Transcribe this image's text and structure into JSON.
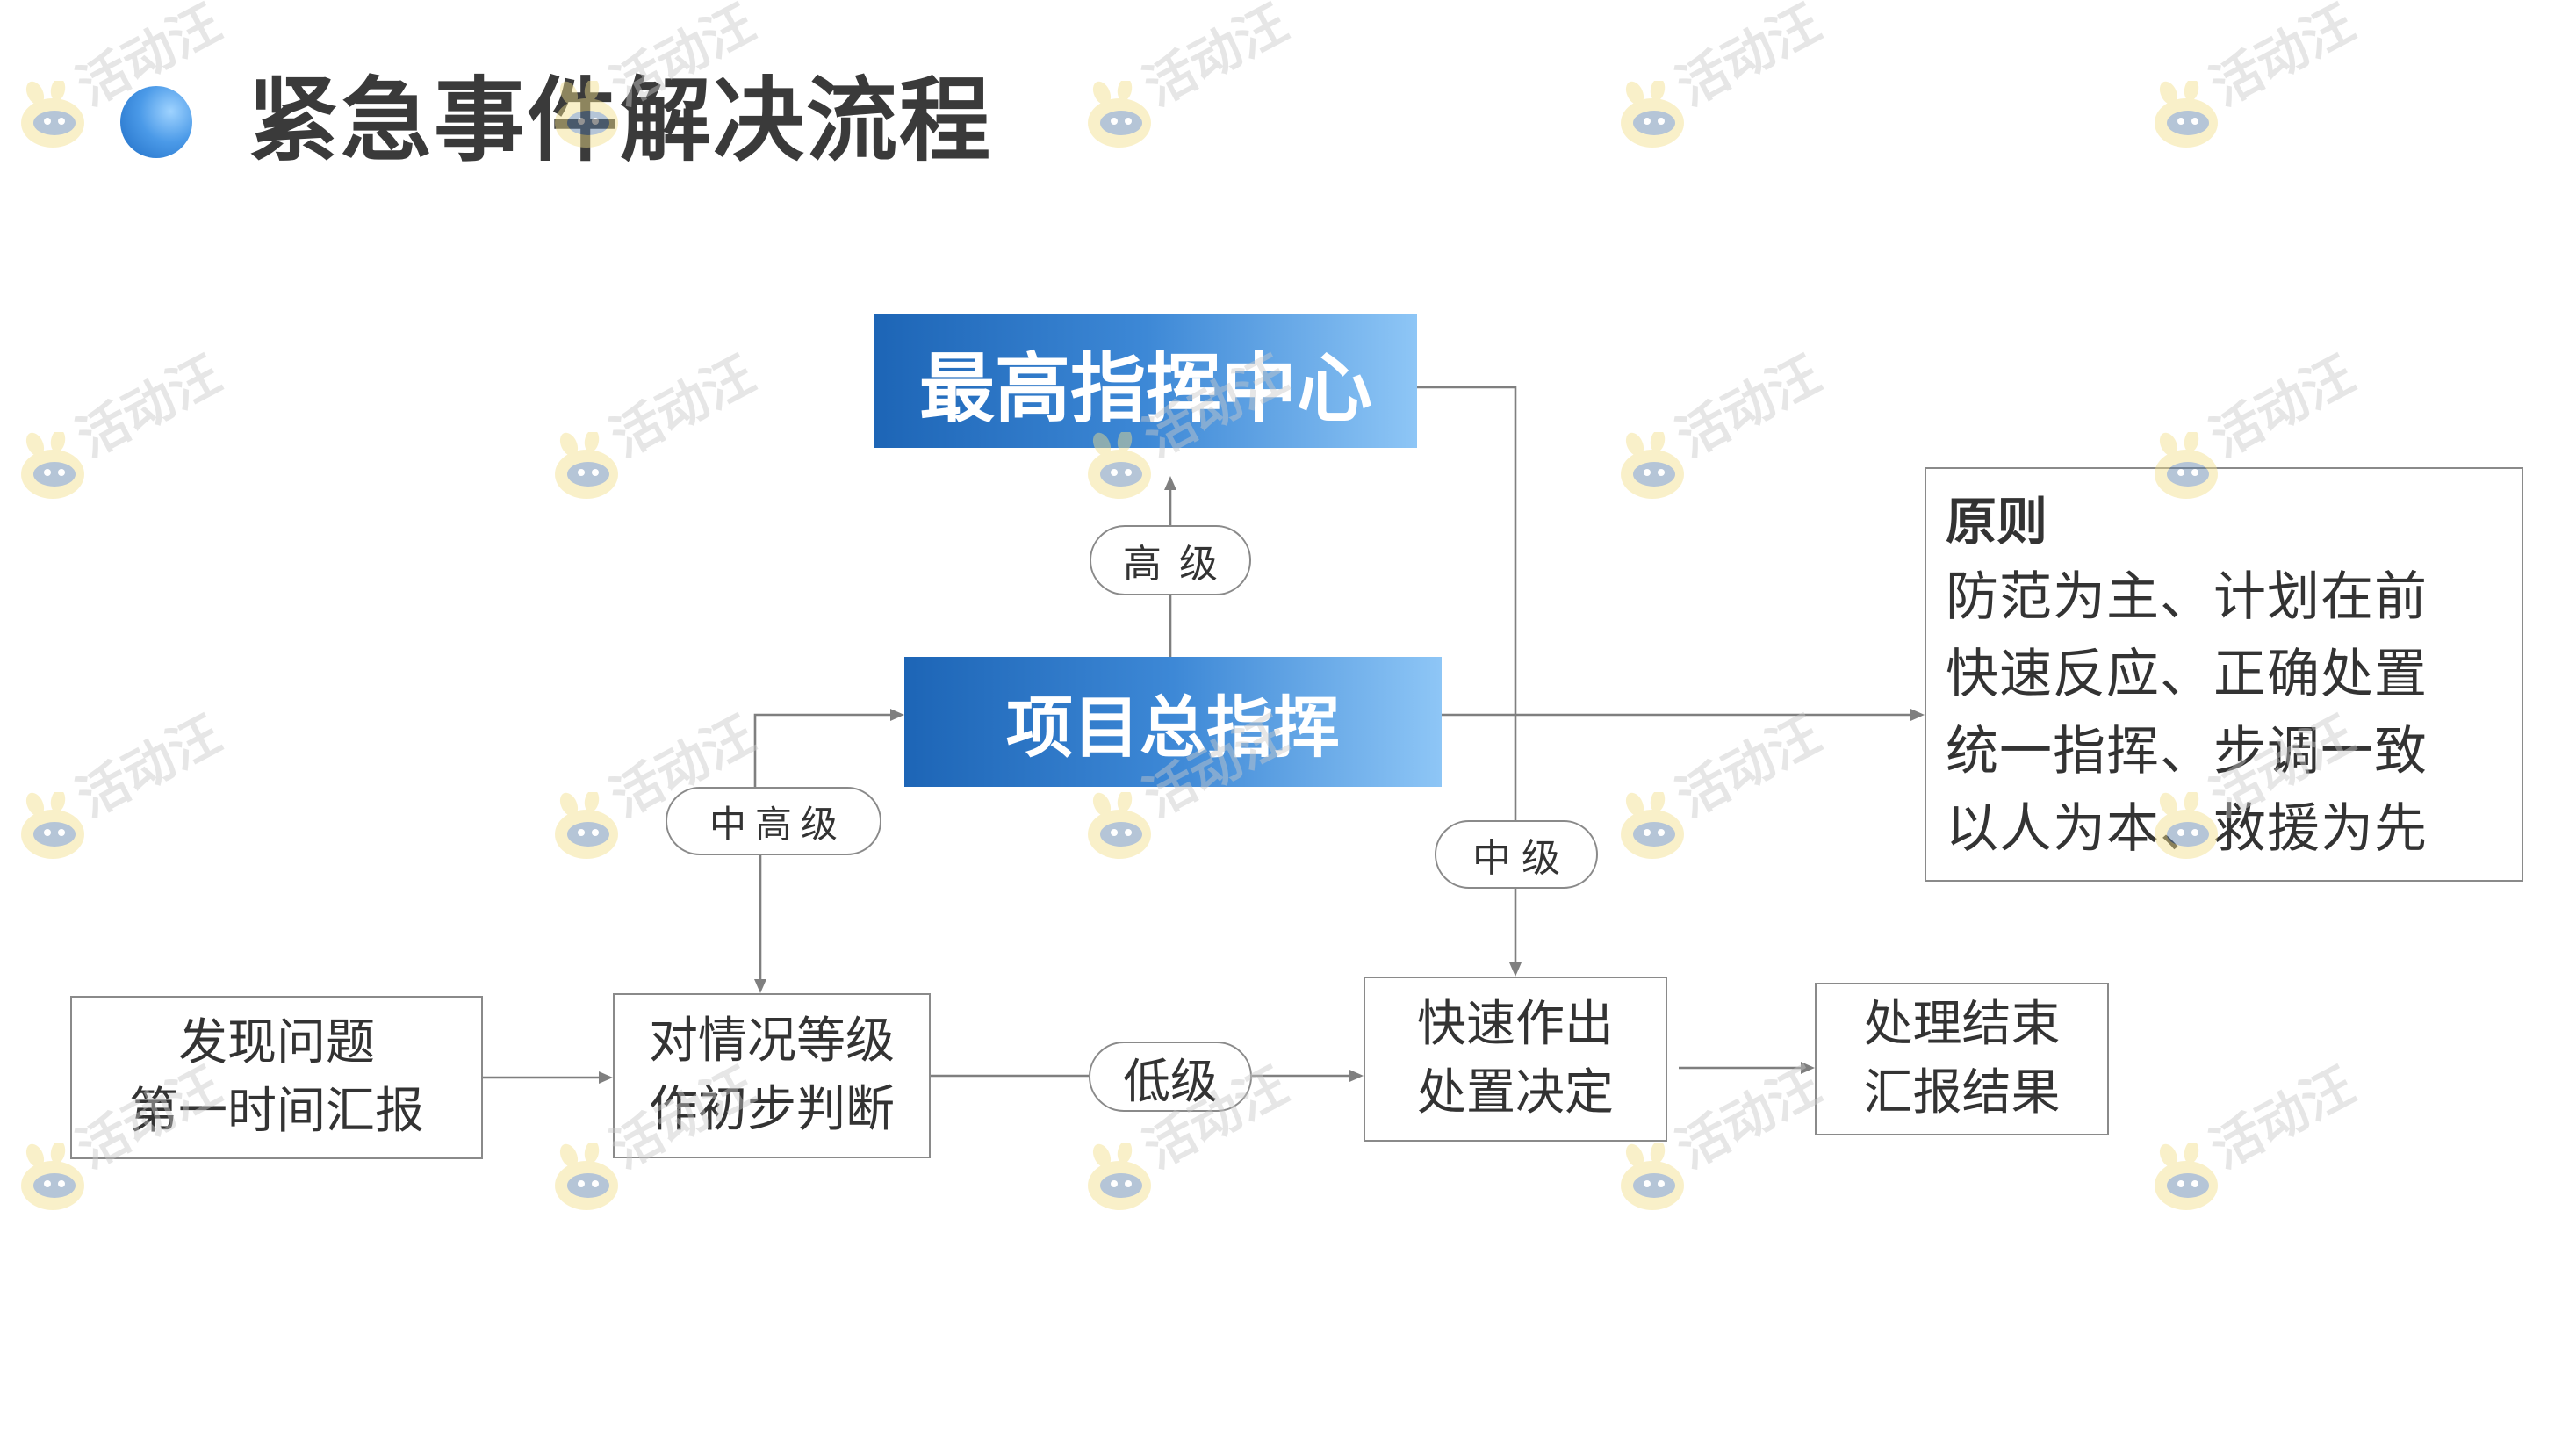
{
  "title": "紧急事件解决流程",
  "nodes": {
    "top_command": "最高指挥中心",
    "project_command": "项目总指挥",
    "discover": [
      "发现问题",
      "第一时间汇报"
    ],
    "judge": [
      "对情况等级",
      "作初步判断"
    ],
    "decide": [
      "快速作出",
      "处置决定"
    ],
    "end": [
      "处理结束",
      "汇报结果"
    ]
  },
  "labels": {
    "high": "高级",
    "mid_high": "中高级",
    "mid": "中级",
    "low": "低级"
  },
  "principles": {
    "title": "原则",
    "lines": [
      "防范为主、计划在前",
      "快速反应、正确处置",
      "统一指挥、步调一致",
      "以人为本、救援为先"
    ]
  },
  "watermark": {
    "text": "活动汪",
    "icon": "mascot-icon"
  },
  "colors": {
    "gradient_start": "#1d65b6",
    "gradient_end": "#8ec6f6",
    "line": "#7f7f7f",
    "title": "#3a3a3a"
  }
}
